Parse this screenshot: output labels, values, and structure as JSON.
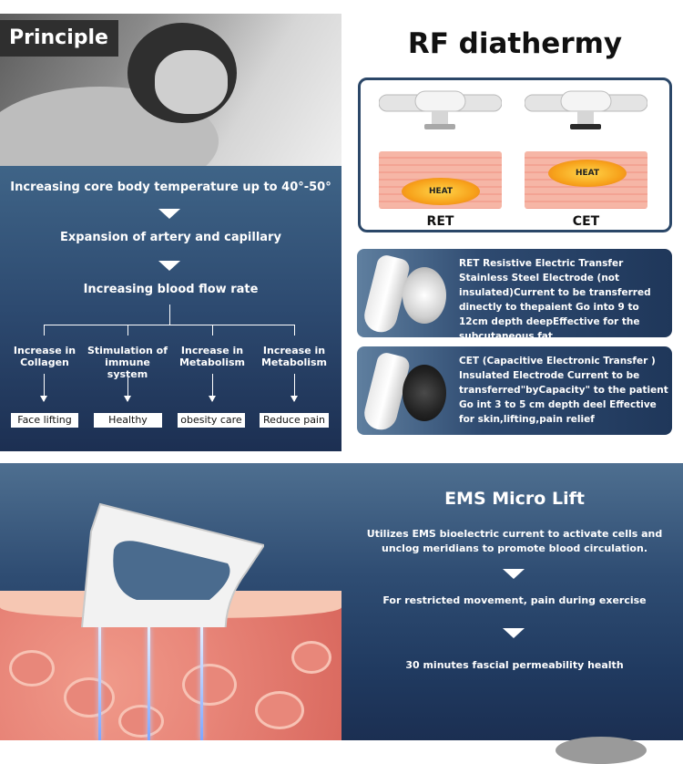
{
  "principle": {
    "tag": "Principle",
    "step1": "Increasing core body temperature up to 40°-50°",
    "step2": "Expansion of artery and capillary",
    "step3": "Increasing blood flow rate",
    "branches": [
      {
        "label": "Increase in Collagen",
        "result": "Face lifting"
      },
      {
        "label": "Stimulation of immune system",
        "result": "Healthy"
      },
      {
        "label": "Increase in Metabolism",
        "result": "obesity care"
      },
      {
        "label": "Increase in Metabolism",
        "result": "Reduce pain"
      }
    ]
  },
  "rf": {
    "title": "RF diathermy",
    "heat_label": "HEAT",
    "ret_label": "RET",
    "cet_label": "CET",
    "ret_text": "RET Resistive Electric Transfer Stainless Steel Electrode (not insulated)Current to be transferred dinectly to thepaient Go into 9 to 12cm depth deepEffective for the subcutaneous fat",
    "cet_text": "CET (Capacitive Electronic Transfer ) Insulated Electrode Current to be transferred\"byCapacity\" to the patient Go int 3 to 5 cm depth deel Effective for skin,lifting,pain relief"
  },
  "ems": {
    "title": "EMS Micro Lift",
    "text1": "Utilizes EMS bioelectric current to activate cells and unclog meridians to promote blood circulation.",
    "text2": "For restricted movement, pain during exercise",
    "text3": "30 minutes fascial permeability health"
  },
  "colors": {
    "panel_blue": "#2d4a70",
    "frame_border": "#2b4768",
    "heat": "#f7a21b"
  }
}
